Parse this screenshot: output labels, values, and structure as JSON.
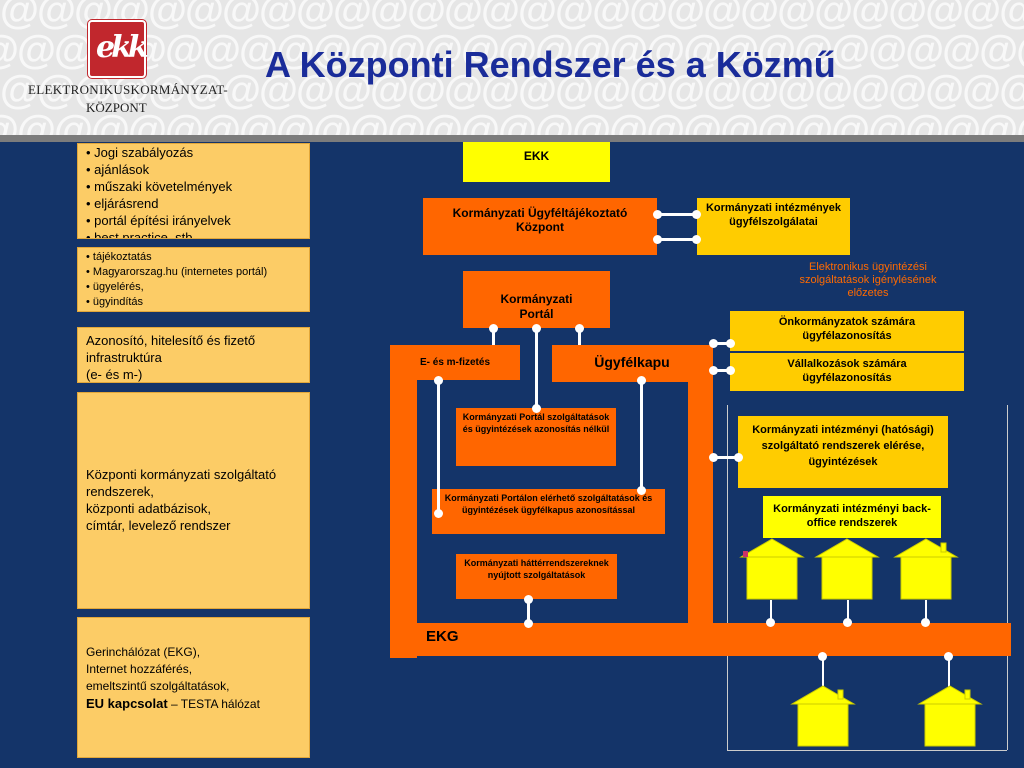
{
  "header": {
    "title": "A Központi Rendszer és a Közmű",
    "logo_line1": "ELEKTRONIKUSKORMÁNYZAT-",
    "logo_line2": "KÖZPONT",
    "logo_mark": "ekk",
    "pattern": "@@@@@@@@@@@@@@@@@@@@@@@@@@@@@@"
  },
  "left_panel": {
    "box1": [
      "• Jogi szabályozás",
      "• ajánlások",
      "• műszaki követelmények",
      "• eljárásrend",
      "• portál építési irányelvek",
      "• best practice, stb."
    ],
    "box2": [
      "• tájékoztatás",
      "• Magyarorszag.hu (internetes portál)",
      "• ügyelérés,",
      "• ügyindítás"
    ],
    "box3": [
      "Azonosító, hitelesítő és fizető",
      "infrastruktúra",
      "(e- és m-)"
    ],
    "box4": [
      "Központi kormányzati szolgáltató",
      "rendszerek,",
      "központi adatbázisok,",
      "címtár, levelező rendszer"
    ],
    "box5_lines": [
      "Gerinchálózat (EKG),",
      "Internet hozzáférés,",
      "emeltszintű szolgáltatások,"
    ],
    "box5_bold": "EU kapcsolat",
    "box5_rest": " – TESTA hálózat"
  },
  "diagram": {
    "ekk": "EKK",
    "ugyfeltajekoztato": "Kormányzati Ügyféltájékoztató Központ",
    "intezmenyek_ugyfelszolg": "Kormányzati intézmények ügyfélszolgálatai",
    "hidden_text": "Elektronikus ügyintézési szolgáltatások igénylésének előzetes",
    "portal": "Kormányzati Portál",
    "emfizetes": "E- és m-fizetés",
    "ugyfelkapu": "Ügyfélkapu",
    "onkormanyzatok": "Önkormányzatok számára ügyfélazonosítás",
    "vallalkozasok": "Vállalkozások számára ügyfélazonosítás",
    "portal_szolg_nelkul": "Kormányzati Portál szolgáltatások és ügyintézések azonosítás nélkül",
    "intezmenyi_szolgaltato": "Kormányzati intézményi (hatósági) szolgáltató rendszerek elérése, ügyintézések",
    "portalon_elerheto": "Kormányzati Portálon elérhető szolgáltatások és ügyintézések ügyfélkapus azonosítással",
    "backoffice": "Kormányzati intézményi back-office rendszerek",
    "hatterrendszereknek": "Kormányzati háttérrendszereknek nyújtott szolgáltatások",
    "ekg": "EKG"
  },
  "colors": {
    "background": "#143469",
    "orange": "#ff6600",
    "yellow": "#ffcc00",
    "light_yellow": "#ffff00",
    "left_box": "#fccc66",
    "title": "#1a2c9a"
  }
}
